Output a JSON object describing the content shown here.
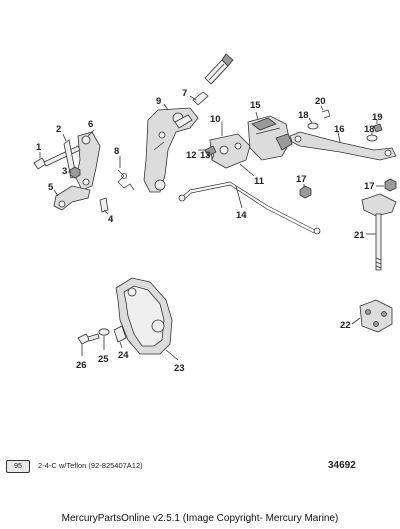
{
  "callouts": {
    "c1": "1",
    "c2": "2",
    "c3": "3",
    "c4": "4",
    "c5": "5",
    "c6": "6",
    "c7": "7",
    "c8": "8",
    "c9": "9",
    "c10": "10",
    "c11": "11",
    "c12": "12",
    "c13": "13",
    "c14": "14",
    "c15": "15",
    "c16": "16",
    "c17": "17",
    "c17b": "17",
    "c18": "18",
    "c18b": "18",
    "c19": "19",
    "c20": "20",
    "c21": "21",
    "c22": "22",
    "c23": "23",
    "c24": "24",
    "c25": "25",
    "c26": "26"
  },
  "legend": {
    "badge": "95",
    "text": "2-4-C w/Teflon (92-825407A12)"
  },
  "reference_number": "34692",
  "footer": "MercuryPartsOnline v2.5.1 (Image Copyright- Mercury Marine)"
}
